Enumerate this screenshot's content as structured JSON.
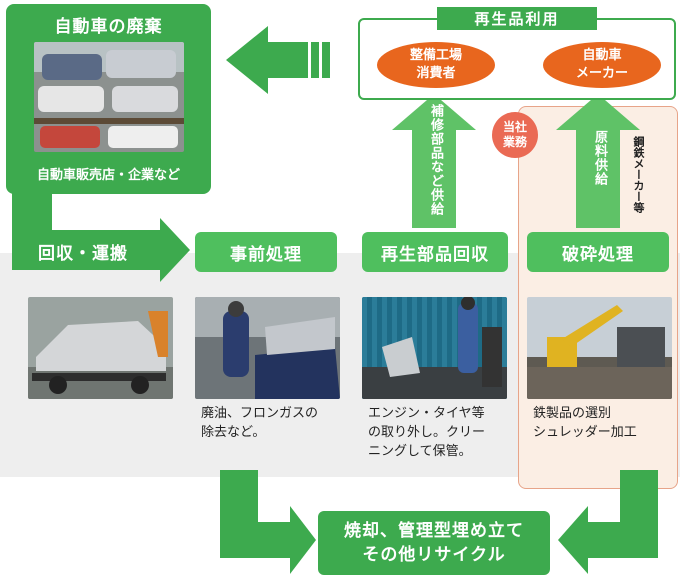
{
  "disposal": {
    "title": "自動車の廃棄",
    "subtitle": "自動車販売店・企業など"
  },
  "recycled_use": {
    "title": "再生品利用",
    "ovals": [
      {
        "line1": "整備工場",
        "line2": "消費者"
      },
      {
        "line1": "自動車",
        "line2": "メーカー"
      }
    ]
  },
  "supply_arrows": {
    "parts_supply": "補修部品など供給",
    "raw_supply": "原料供給",
    "steel_note": "鋼鉄メーカー等"
  },
  "badge": {
    "line1": "当社",
    "line2": "業務"
  },
  "steps": [
    {
      "label": "回収・運搬",
      "description": []
    },
    {
      "label": "事前処理",
      "description": [
        "廃油、フロンガスの",
        "除去など。"
      ]
    },
    {
      "label": "再生部品回収",
      "description": [
        "エンジン・タイヤ等",
        "の取り外し。クリー",
        "ニングして保管。"
      ]
    },
    {
      "label": "破砕処理",
      "description": [
        "鉄製品の選別",
        "シュレッダー加工"
      ]
    }
  ],
  "final": {
    "line1": "焼却、管理型埋め立て",
    "line2": "その他リサイクル"
  },
  "colors": {
    "green": "#3daa4e",
    "light_green": "#5fc267",
    "orange": "#e8661e",
    "badge": "#ea6a54"
  }
}
